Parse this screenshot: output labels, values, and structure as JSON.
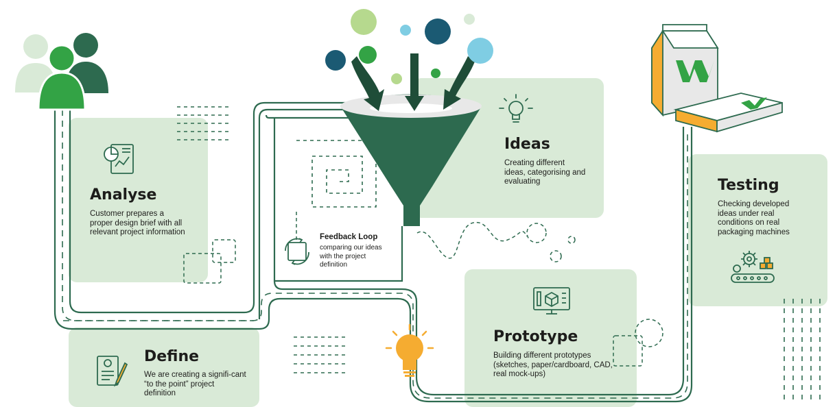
{
  "stages": {
    "analyse": {
      "title": "Analyse",
      "description": "Customer prepares a proper design brief with all relevant project information",
      "icon": "report-chart-icon"
    },
    "define": {
      "title": "Define",
      "description": "We are creating a signifi-cant “to the point” project definition",
      "icon": "document-pen-icon"
    },
    "feedback": {
      "title": "Feedback Loop",
      "description": "comparing our ideas with the project definition",
      "icon": "refresh-loop-icon"
    },
    "ideas": {
      "title": "Ideas",
      "description": "Creating different ideas, categorising and evaluating",
      "icon": "lightbulb-outline-icon"
    },
    "prototype": {
      "title": "Prototype",
      "description": "Building different prototypes (sketches, paper/cardboard, CAD, real mock-ups)",
      "icon": "monitor-cube-icon"
    },
    "testing": {
      "title": "Testing",
      "description": "Checking developed ideas under real conditions on real packaging machines",
      "icon": "gear-conveyor-icon"
    }
  },
  "decor": {
    "people": "people-group-icon",
    "funnel": "funnel-icon",
    "bulb": "lightbulb-icon",
    "packages": "packaging-products-icon"
  },
  "colors": {
    "panel": "#d9ead7",
    "dark_green": "#2d6a4f",
    "green": "#33a345",
    "light_green": "#b6d98e",
    "teal": "#1b5a73",
    "light_blue": "#7fcde3",
    "orange": "#f5ac31",
    "road": "#2d6a4f"
  }
}
